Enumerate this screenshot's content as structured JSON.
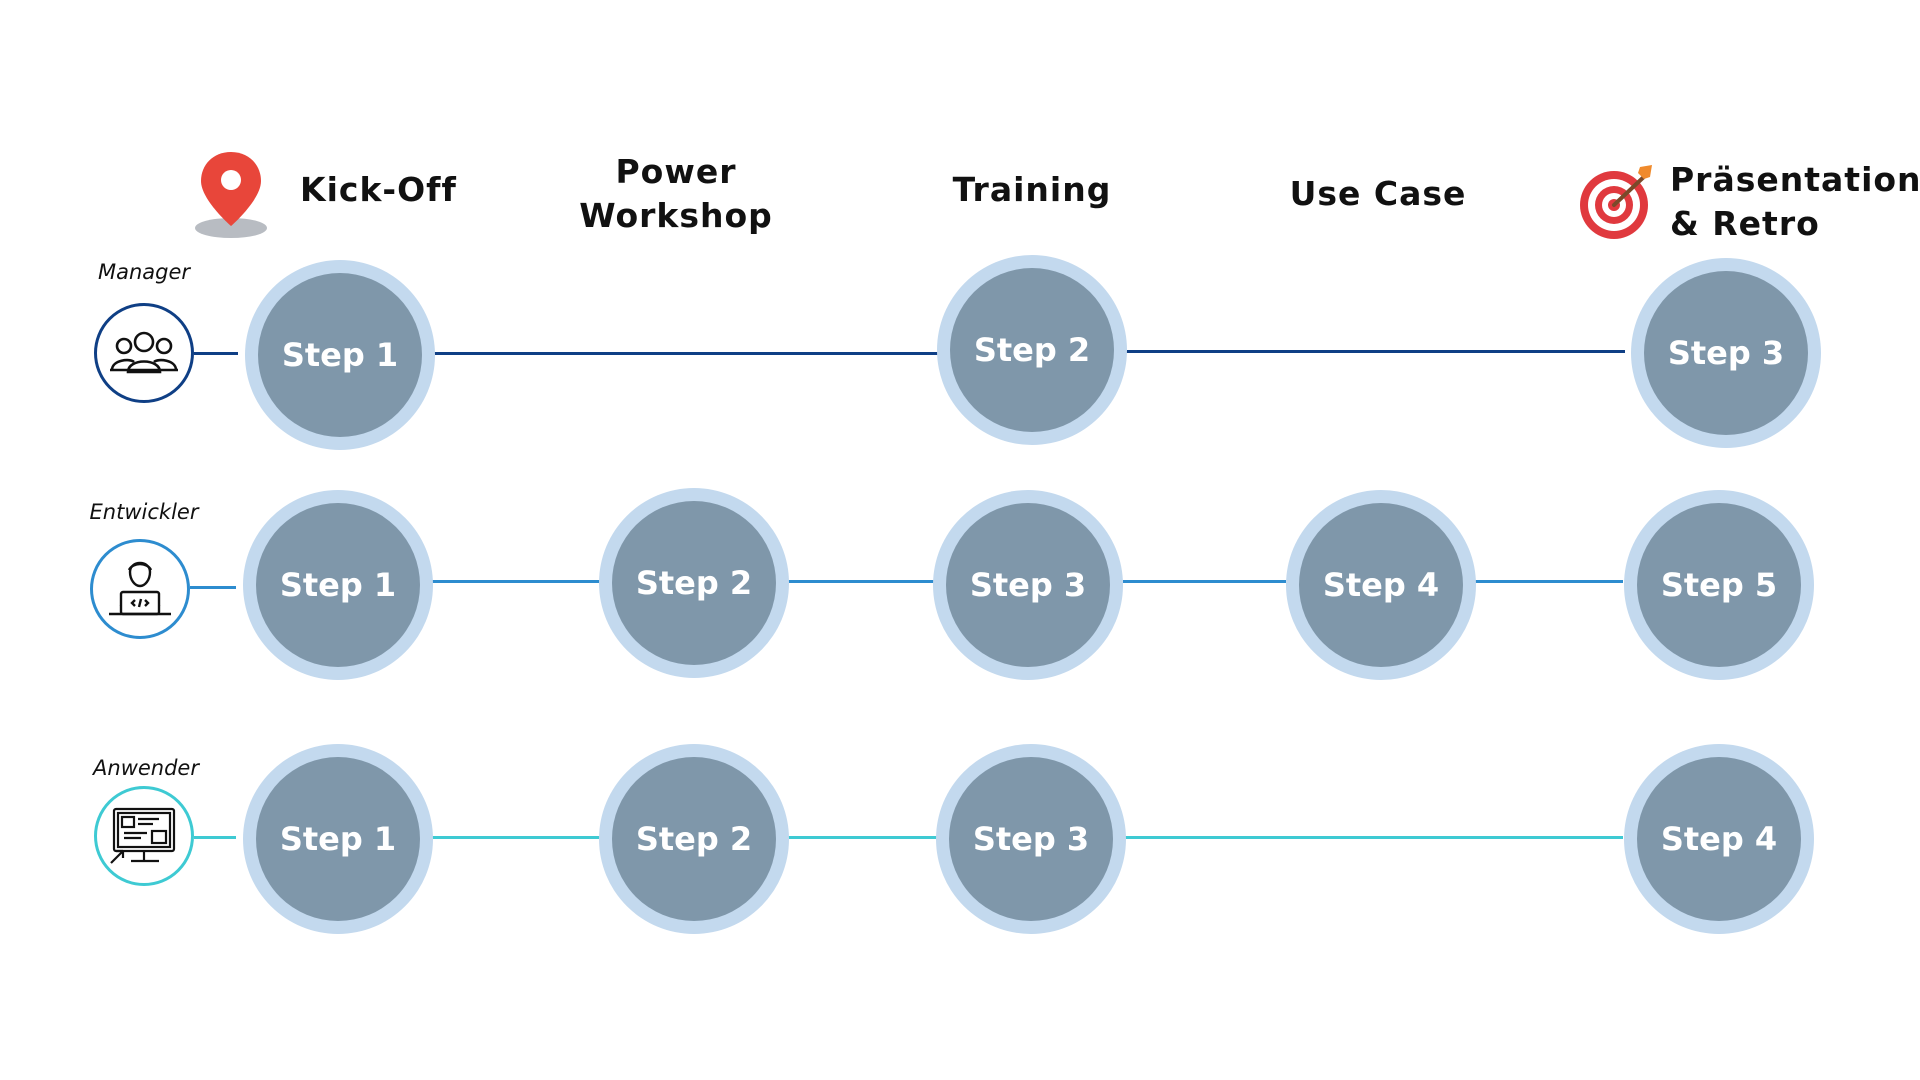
{
  "phases": {
    "kickoff": "Kick-Off",
    "power_workshop": [
      "Power",
      "Workshop"
    ],
    "training": "Training",
    "use_case": "Use Case",
    "presentation": [
      "Präsentation",
      "& Retro"
    ]
  },
  "icons": {
    "start": "map-pin-icon",
    "goal": "target-icon"
  },
  "colors": {
    "manager_line": "#0f3f85",
    "entwickler_line": "#2d8ccf",
    "anwender_line": "#3ecad3",
    "step_outer": "#c3d9ee",
    "step_inner": "#7f97aa"
  },
  "roles": {
    "manager": {
      "label": "Manager",
      "icon": "team-icon",
      "steps": [
        "Step 1",
        "Step 2",
        "Step 3"
      ]
    },
    "entwickler": {
      "label": "Entwickler",
      "icon": "developer-icon",
      "steps": [
        "Step 1",
        "Step 2",
        "Step 3",
        "Step 4",
        "Step 5"
      ]
    },
    "anwender": {
      "label": "Anwender",
      "icon": "computer-user-icon",
      "steps": [
        "Step 1",
        "Step 2",
        "Step 3",
        "Step 4"
      ]
    }
  }
}
